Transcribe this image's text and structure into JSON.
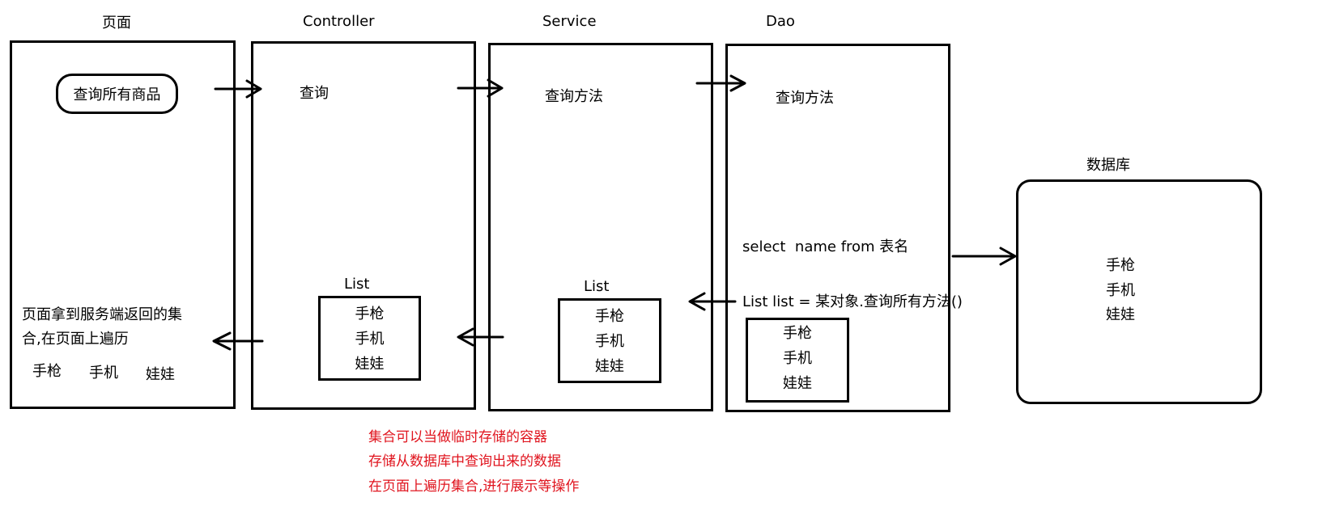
{
  "columns": {
    "page": "页面",
    "controller": "Controller",
    "service": "Service",
    "dao": "Dao",
    "database": "数据库"
  },
  "page_box": {
    "button_label": "查询所有商品",
    "result_line1": "页面拿到服务端返回的集",
    "result_line2": "合,在页面上遍历",
    "items": [
      "手枪",
      "手机",
      "娃娃"
    ]
  },
  "controller_box": {
    "query_label": "查询",
    "list_label": "List",
    "items": [
      "手枪",
      "手机",
      "娃娃"
    ]
  },
  "service_box": {
    "method_label": "查询方法",
    "list_label": "List",
    "items": [
      "手枪",
      "手机",
      "娃娃"
    ]
  },
  "dao_box": {
    "method_label": "查询方法",
    "sql": "select  name from 表名",
    "list_code": "List list = 某对象.查询所有方法()",
    "items": [
      "手枪",
      "手机",
      "娃娃"
    ]
  },
  "database_box": {
    "items": [
      "手枪",
      "手机",
      "娃娃"
    ]
  },
  "notes": [
    "集合可以当做临时存储的容器",
    "存储从数据库中查询出来的数据",
    "在页面上遍历集合,进行展示等操作"
  ],
  "colors": {
    "note": "#e0141e",
    "stroke": "#000000"
  }
}
